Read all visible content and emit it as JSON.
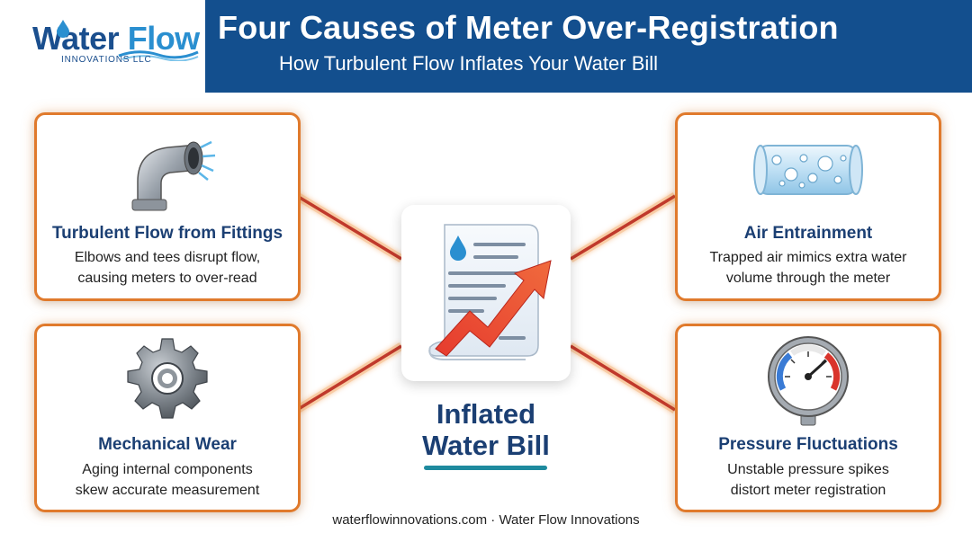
{
  "logo": {
    "wordmark_water": "Water",
    "wordmark_flow": "Flow",
    "tagline": "INNOVATIONS LLC"
  },
  "header": {
    "title": "Four Causes of Meter Over-Registration",
    "subtitle": "How Turbulent Flow Inflates Your Water Bill"
  },
  "center": {
    "line1": "Inflated",
    "line2": "Water Bill",
    "icon": "bill-with-rising-arrow-icon"
  },
  "causes": [
    {
      "title": "Turbulent Flow from Fittings",
      "desc1": "Elbows and tees disrupt flow,",
      "desc2": "causing meters to over-read",
      "icon": "pipe-elbow-icon"
    },
    {
      "title": "Air Entrainment",
      "desc1": "Trapped air mimics extra water",
      "desc2": "volume through the meter",
      "icon": "air-bubbles-pipe-icon"
    },
    {
      "title": "Mechanical Wear",
      "desc1": "Aging internal components",
      "desc2": "skew accurate measurement",
      "icon": "gear-icon"
    },
    {
      "title": "Pressure Fluctuations",
      "desc1": "Unstable pressure spikes",
      "desc2": "distort meter registration",
      "icon": "pressure-gauge-icon"
    }
  ],
  "footer": {
    "text": "waterflowinnovations.com · Water Flow Innovations"
  },
  "colors": {
    "header_bg": "#134f8e",
    "title_text": "#1b3f73",
    "card_border": "#e07a2c",
    "accent_underline": "#1e8a9e",
    "connector": "#c0392b"
  }
}
